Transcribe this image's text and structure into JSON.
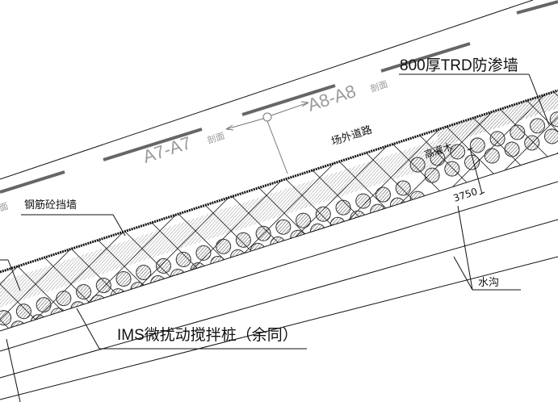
{
  "drawing": {
    "labels": {
      "trd_wall": "800厚TRD防渗墙",
      "section_a8": "A8-A8",
      "section_a7": "A7-A7",
      "section_suffix": "剖面",
      "outside_road": "场外道路",
      "tall_shrub": "高灌木",
      "dimension": "3750",
      "retaining_wall": "钢筋砼挡墙",
      "ims_pile": "IMS微扰动搅拌桩（余同）",
      "ditch": "水沟",
      "left_section_suffix": "剖面"
    }
  }
}
